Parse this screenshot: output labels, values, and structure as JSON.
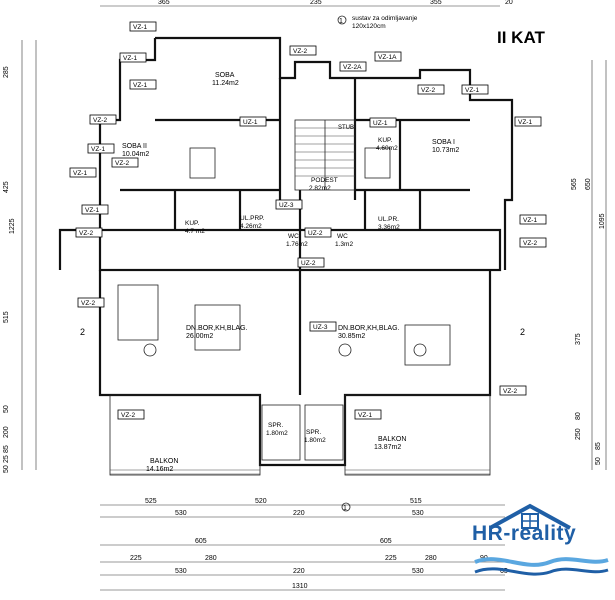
{
  "floor_title": "II KAT",
  "staircase_note": [
    "sustav za odimljavanje",
    "120x120cm"
  ],
  "rooms": [
    {
      "name": "SOBA",
      "area": "11.24m2"
    },
    {
      "name": "SOBA II",
      "area": "10.04m2"
    },
    {
      "name": "SOBA I",
      "area": "10.73m2"
    },
    {
      "name": "KUP.",
      "area": "4.60m2"
    },
    {
      "name": "KUP.",
      "area": "4.7 m2"
    },
    {
      "name": "UL.PRP.",
      "area": "4.26m2"
    },
    {
      "name": "UL.PR.",
      "area": "3.36m2"
    },
    {
      "name": "PODEST",
      "area": "2.82m2"
    },
    {
      "name": "WC",
      "area": "1.76m2"
    },
    {
      "name": "WC",
      "area": "1.3m2"
    },
    {
      "name": "DN.BOR,KH,BLAG.",
      "area": "26.00m2"
    },
    {
      "name": "DN.BOR,KH,BLAG.",
      "area": "30.85m2"
    },
    {
      "name": "BALKON",
      "area": "14.16m2"
    },
    {
      "name": "BALKON",
      "area": "13.87m2"
    },
    {
      "name": "SPR.",
      "area": "1.80m2"
    },
    {
      "name": "SPR.",
      "area": "1.80m2"
    }
  ],
  "stair_label": "STUB.",
  "door_tags": [
    "VZ-1",
    "VZ-2",
    "VZ-1",
    "VZ-1",
    "VZ-2",
    "VZ-1",
    "VZ-2",
    "VZ-1",
    "VZ-1A",
    "VZ-2A",
    "VZ-2",
    "VZ-1",
    "VZ-1",
    "UZ-1",
    "UZ-1",
    "UZ-2",
    "UZ-3",
    "UZ-2",
    "UZ-3",
    "VZ-2",
    "VZ-2",
    "VZ-2",
    "VZ-1",
    "VZ-2",
    "VZ-2",
    "VZ-1",
    "VZ-1"
  ],
  "top_dims": [
    "365",
    "235",
    "355",
    "20"
  ],
  "left_dims": [
    "285",
    "425",
    "515",
    "1225",
    "50",
    "200",
    "85",
    "25",
    "50"
  ],
  "right_dims": [
    "650",
    "1095",
    "565",
    "375",
    "80",
    "250",
    "85",
    "50"
  ],
  "bottom_dims_row1": [
    "525",
    "520",
    "515"
  ],
  "bottom_dims_row2": [
    "530",
    "220",
    "530"
  ],
  "bottom_dims_row3": [
    "605",
    "605",
    "225",
    "280",
    "225",
    "280",
    "90"
  ],
  "bottom_total": "1310",
  "bottom_dims_row4": [
    "530",
    "220",
    "530",
    "65"
  ],
  "section_marks": [
    "1",
    "1",
    "2",
    "2"
  ],
  "logo_text": "HR-reality",
  "colors": {
    "logo_blue": "#1f5fa6",
    "logo_wave": "#5aa7e0"
  }
}
